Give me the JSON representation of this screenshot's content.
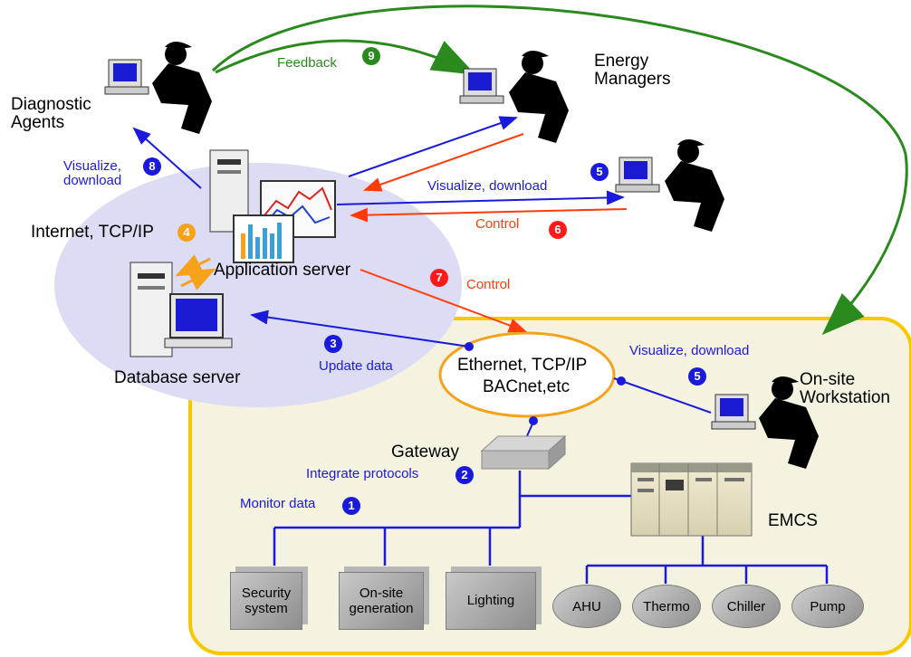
{
  "colors": {
    "blue": "#1a1adc",
    "red": "#ff3c0a",
    "green": "#2a8a1e",
    "orange": "#f7a21b",
    "cloud": "#dcdcf5",
    "site_bg": "#f5f2e0",
    "site_border": "#f5c800"
  },
  "nodes": {
    "diagnostic_agents": "Diagnostic\nAgents",
    "energy_managers": "Energy\nManagers",
    "onsite_workstation": "On-site\nWorkstation",
    "application_server": "Application server",
    "database_server": "Database server",
    "internet": "Internet, TCP/IP",
    "ethernet_line1": "Ethernet, TCP/IP",
    "ethernet_line2": "BACnet,etc",
    "gateway": "Gateway",
    "emcs": "EMCS"
  },
  "labels": {
    "feedback": "Feedback",
    "visualize_download_left": "Visualize,\ndownload",
    "visualize_download_mid": "Visualize, download",
    "control_mid": "Control",
    "control_low": "Control",
    "update_data": "Update data",
    "visualize_download_site": "Visualize, download",
    "integrate_protocols": "Integrate protocols",
    "monitor_data": "Monitor data"
  },
  "steps": {
    "s1": "1",
    "s2": "2",
    "s3": "3",
    "s4": "4",
    "s5a": "5",
    "s5b": "5",
    "s6": "6",
    "s7": "7",
    "s8": "8",
    "s9": "9"
  },
  "subsystems": {
    "security": "Security\nsystem",
    "generation": "On-site\ngeneration",
    "lighting": "Lighting"
  },
  "equipment": {
    "ahu": "AHU",
    "thermo": "Thermo",
    "chiller": "Chiller",
    "pump": "Pump"
  }
}
